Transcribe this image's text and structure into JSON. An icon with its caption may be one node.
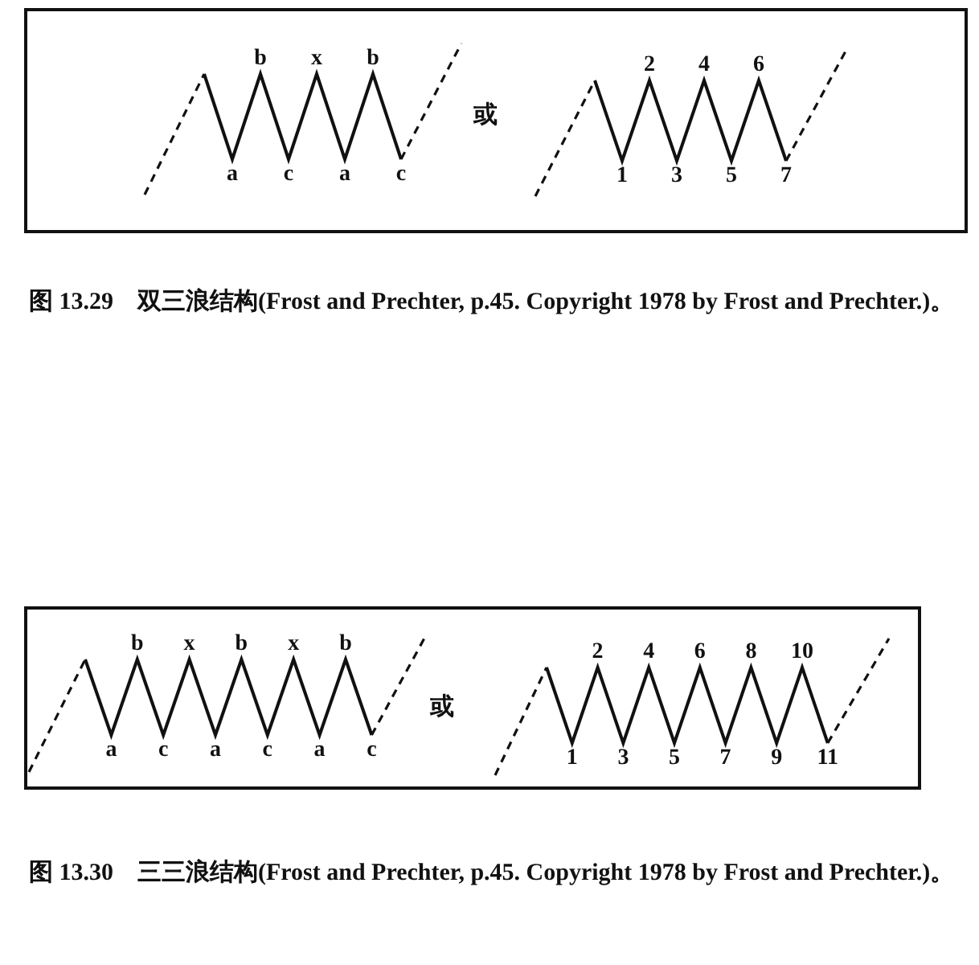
{
  "diagram": {
    "labels": [
      "b",
      "x",
      "b",
      "a",
      "c",
      "a",
      "c",
      "或",
      "2",
      "4",
      "6",
      "1",
      "3",
      "5",
      "7",
      "图 13.29　双三浪结构(Frost and Prechter, p.45. Copyright 1978 by Frost and Prechter.)。",
      "b",
      "x",
      "b",
      "x",
      "b",
      "a",
      "c",
      "a",
      "c",
      "a",
      "c",
      "或",
      "2",
      "4",
      "6",
      "8",
      "10",
      "1",
      "3",
      "5",
      "7",
      "9",
      "11",
      "图 13.30　三三浪结构(Frost and Prechter, p.45. Copyright 1978 by Frost and Prechter.)。"
    ]
  }
}
